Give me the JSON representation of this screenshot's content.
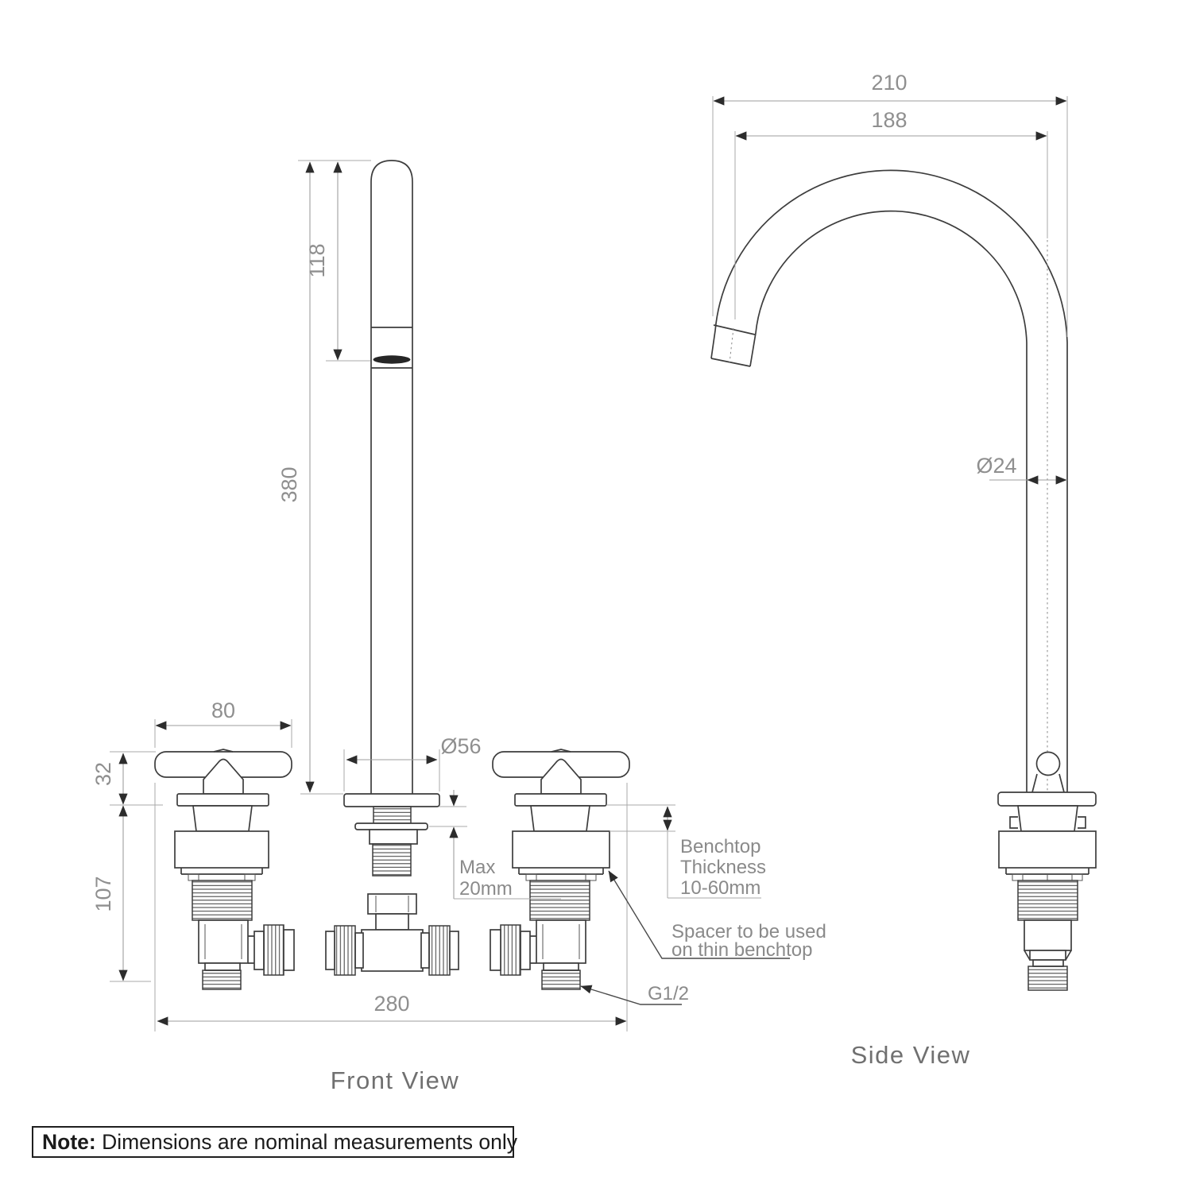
{
  "front_view": {
    "title": "Front View",
    "dimensions": {
      "spout_tip_to_aerator": "118",
      "spout_height": "380",
      "handle_width": "80",
      "handle_above_bench": "32",
      "body_below_bench": "107",
      "flange_diameter": "Ø56",
      "hole_spacing": "280",
      "max_line1": "Max",
      "max_line2": "20mm"
    },
    "annotations": {
      "benchtop_line1": "Benchtop",
      "benchtop_line2": "Thickness",
      "benchtop_line3": "10-60mm",
      "spacer_line1": "Spacer to be used",
      "spacer_line2": "on thin benchtop",
      "inlet_thread": "G1/2"
    }
  },
  "side_view": {
    "title": "Side View",
    "dimensions": {
      "overall_reach": "210",
      "spout_reach": "188",
      "spout_diameter": "Ø24"
    }
  },
  "note": {
    "label": "Note:",
    "text": " Dimensions are nominal measurements only"
  }
}
